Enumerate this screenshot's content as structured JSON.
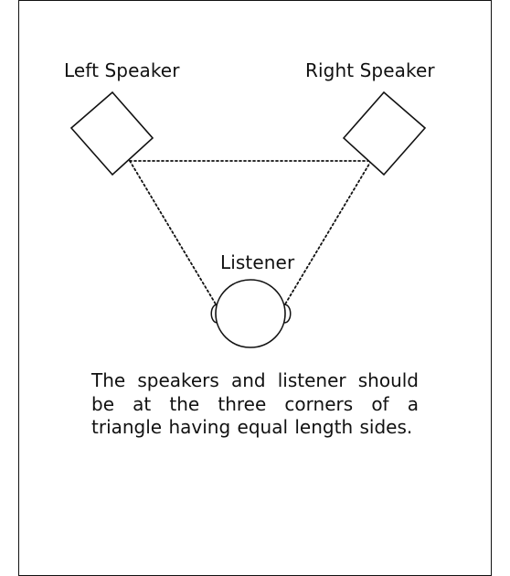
{
  "diagram": {
    "left_speaker_label": "Left Speaker",
    "right_speaker_label": "Right Speaker",
    "listener_label": "Listener",
    "caption": "The speakers and listener should be at the three corners of a triangle having equal length sides."
  },
  "colors": {
    "stroke": "#111111",
    "background": "#ffffff"
  }
}
